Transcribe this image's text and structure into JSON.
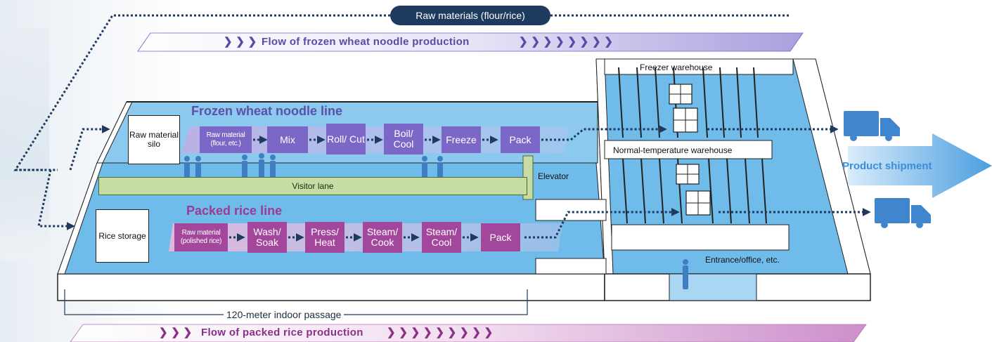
{
  "raw_materials_label": "Raw materials (flour/rice)",
  "flow_noodle": "Flow of frozen wheat noodle production",
  "flow_rice": "Flow of packed rice production",
  "noodle_line": {
    "title": "Frozen wheat noodle line",
    "silo": "Raw material silo",
    "steps": [
      "Raw material (flour, etc.)",
      "Mix",
      "Roll/ Cut",
      "Boil/ Cool",
      "Freeze",
      "Pack"
    ]
  },
  "rice_line": {
    "title": "Packed rice line",
    "storage": "Rice storage",
    "steps": [
      "Raw material (polished rice)",
      "Wash/ Soak",
      "Press/ Heat",
      "Steam/ Cook",
      "Steam/ Cool",
      "Pack"
    ]
  },
  "visitor_lane": "Visitor lane",
  "elevator": "Elevator",
  "freezer_warehouse": "Freezer warehouse",
  "normal_warehouse": "Normal-temperature warehouse",
  "entrance_office": "Entrance/office, etc.",
  "product_shipment": "Product shipment",
  "passage": "120-meter indoor passage",
  "colors": {
    "navy": "#1e3a5f",
    "noodle_purple": "#7b68c6",
    "rice_magenta": "#a2479b",
    "floor_blue": "#6bb5e6",
    "truck_blue": "#3f86cf"
  }
}
